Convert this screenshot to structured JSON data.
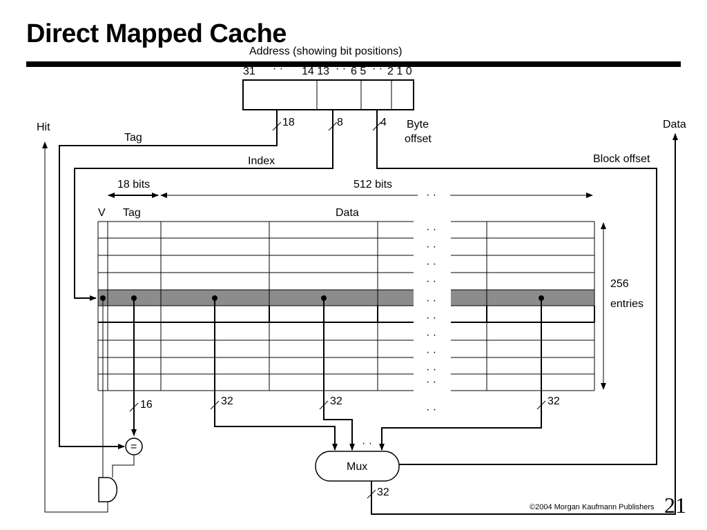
{
  "slide": {
    "title": "Direct Mapped Cache",
    "copyright": "©2004 Morgan Kaufmann Publishers",
    "page_number": "21"
  },
  "address": {
    "caption": "Address (showing bit positions)",
    "bit_31": "31",
    "dots_a": "· ·",
    "bits_14_13": "14 13",
    "dots_b": "· ·",
    "bits_6_5": "6 5",
    "dots_c": "· ·",
    "bits_2_1_0": "2 1 0"
  },
  "fields": {
    "tag_width": "18",
    "index_width": "8",
    "offset_width": "4",
    "byte_offset_1": "Byte",
    "byte_offset_2": "offset",
    "tag": "Tag",
    "index": "Index",
    "block_offset": "Block offset"
  },
  "outputs": {
    "hit": "Hit",
    "data": "Data"
  },
  "cache": {
    "tag_bits": "18 bits",
    "data_bits": "512 bits",
    "col_v": "V",
    "col_tag": "Tag",
    "col_data": "Data",
    "entries_count": "256",
    "entries_label": "entries",
    "row_dots": "· ·"
  },
  "paths": {
    "cmp_width": "16",
    "word_width": "32",
    "mux_out_width": "32",
    "comparator": "=",
    "mux": "Mux"
  }
}
